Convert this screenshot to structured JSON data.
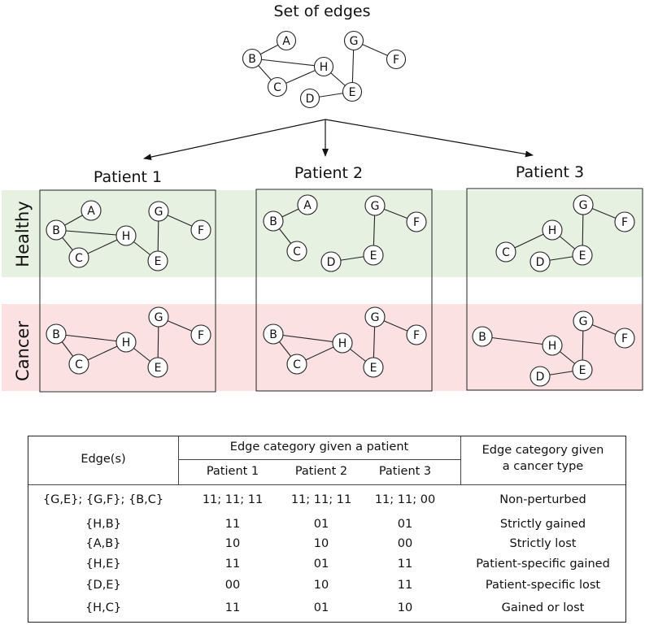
{
  "top_graph": {
    "title": "Set of edges",
    "nodes": [
      "A",
      "B",
      "C",
      "D",
      "E",
      "F",
      "G",
      "H"
    ],
    "edges": [
      [
        "B",
        "A"
      ],
      [
        "B",
        "H"
      ],
      [
        "B",
        "C"
      ],
      [
        "C",
        "H"
      ],
      [
        "H",
        "E"
      ],
      [
        "D",
        "E"
      ],
      [
        "G",
        "E"
      ],
      [
        "G",
        "F"
      ]
    ]
  },
  "patients": [
    {
      "label": "Patient 1",
      "healthy": {
        "nodes": [
          "A",
          "B",
          "C",
          "E",
          "F",
          "G",
          "H"
        ],
        "edges": [
          [
            "B",
            "A"
          ],
          [
            "B",
            "H"
          ],
          [
            "B",
            "C"
          ],
          [
            "C",
            "H"
          ],
          [
            "H",
            "E"
          ],
          [
            "G",
            "E"
          ],
          [
            "G",
            "F"
          ]
        ]
      },
      "cancer": {
        "nodes": [
          "B",
          "C",
          "E",
          "F",
          "G",
          "H"
        ],
        "edges": [
          [
            "B",
            "H"
          ],
          [
            "B",
            "C"
          ],
          [
            "C",
            "H"
          ],
          [
            "H",
            "E"
          ],
          [
            "G",
            "E"
          ],
          [
            "G",
            "F"
          ]
        ]
      }
    },
    {
      "label": "Patient 2",
      "healthy": {
        "nodes": [
          "A",
          "B",
          "C",
          "D",
          "E",
          "F",
          "G"
        ],
        "edges": [
          [
            "B",
            "A"
          ],
          [
            "B",
            "C"
          ],
          [
            "D",
            "E"
          ],
          [
            "G",
            "E"
          ],
          [
            "G",
            "F"
          ]
        ]
      },
      "cancer": {
        "nodes": [
          "B",
          "C",
          "E",
          "F",
          "G",
          "H"
        ],
        "edges": [
          [
            "B",
            "H"
          ],
          [
            "B",
            "C"
          ],
          [
            "C",
            "H"
          ],
          [
            "H",
            "E"
          ],
          [
            "G",
            "E"
          ],
          [
            "G",
            "F"
          ]
        ]
      }
    },
    {
      "label": "Patient 3",
      "healthy": {
        "nodes": [
          "C",
          "D",
          "E",
          "F",
          "G",
          "H"
        ],
        "edges": [
          [
            "C",
            "H"
          ],
          [
            "H",
            "E"
          ],
          [
            "D",
            "E"
          ],
          [
            "G",
            "E"
          ],
          [
            "G",
            "F"
          ]
        ]
      },
      "cancer": {
        "nodes": [
          "B",
          "D",
          "E",
          "F",
          "G",
          "H"
        ],
        "edges": [
          [
            "B",
            "H"
          ],
          [
            "H",
            "E"
          ],
          [
            "D",
            "E"
          ],
          [
            "G",
            "E"
          ],
          [
            "G",
            "F"
          ]
        ]
      }
    }
  ],
  "rows": {
    "healthy_label": "Healthy",
    "cancer_label": "Cancer",
    "healthy_color": "#e6f1e2",
    "cancer_color": "#fbe1e2"
  },
  "table": {
    "edge_header": "Edge(s)",
    "patient_group_header": "Edge category given a patient",
    "cancer_header_line1": "Edge category given",
    "cancer_header_line2": "a cancer type",
    "patient_headers": [
      "Patient 1",
      "Patient 2",
      "Patient 3"
    ],
    "rows": [
      {
        "edges": "{G,E}; {G,F}; {B,C}",
        "p1": "11; 11; 11",
        "p2": "11; 11; 11",
        "p3": "11; 11; 00",
        "category": "Non-perturbed"
      },
      {
        "edges": "{H,B}",
        "p1": "11",
        "p2": "01",
        "p3": "01",
        "category": "Strictly gained"
      },
      {
        "edges": "{A,B}",
        "p1": "10",
        "p2": "10",
        "p3": "00",
        "category": "Strictly lost"
      },
      {
        "edges": "{H,E}",
        "p1": "11",
        "p2": "01",
        "p3": "11",
        "category": "Patient-specific gained"
      },
      {
        "edges": "{D,E}",
        "p1": "00",
        "p2": "10",
        "p3": "11",
        "category": "Patient-specific lost"
      },
      {
        "edges": "{H,C}",
        "p1": "11",
        "p2": "01",
        "p3": "10",
        "category": "Gained or lost"
      }
    ]
  }
}
